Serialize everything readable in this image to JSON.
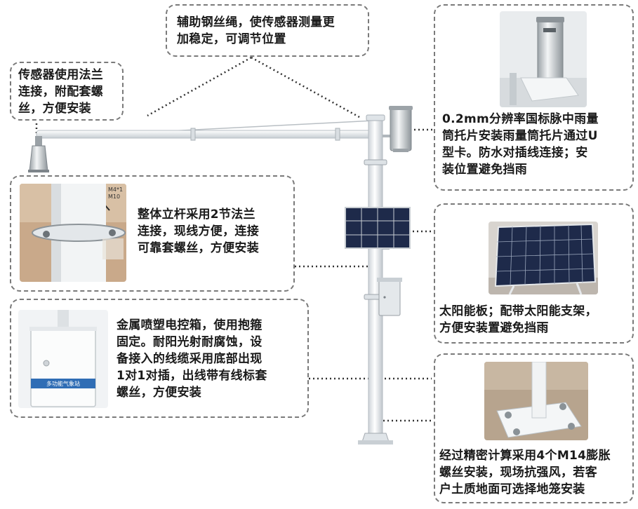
{
  "callouts": {
    "wire_rope": {
      "text": "辅助钢丝绳，使传感器测量更\n加稳定，可调节位置"
    },
    "flange_sensor": {
      "text": "传感器使用法兰\n连接，附配套螺\n丝，方便安装"
    },
    "rain_gauge": {
      "text": "0.2mm分辨率国标脉中雨量\n筒托片安装雨量筒托片通过U\n型卡。防水对插线连接；安\n装位置避免挡雨"
    },
    "pole_flange": {
      "text": "整体立杆采用2节法兰\n连接，现线方便，连接\n可靠套螺丝，方便安装"
    },
    "solar_panel": {
      "text": "太阳能板；配带太阳能支架，\n方便安装置避免挡雨"
    },
    "control_box": {
      "text": "金属喷塑电控箱，使用抱箍\n固定。耐阳光射耐腐蚀，设\n备接入的线缆采用底部出现\n1对1对插，出线带有线标套\n螺丝，方便安装"
    },
    "base_bolts": {
      "text": "经过精密计算采用4个M14膨胀\n螺丝安装，现场抗强风，若客\n户土质地面可选择地笼安装"
    }
  },
  "photo_labels": {
    "box_label": "多功能气象站",
    "pole_label": "M4*1\nM10"
  },
  "colors": {
    "border": "#7a7a7a",
    "pole": "#ecf0f3",
    "solar": "#1e2a4a",
    "label_blue": "#2f6db5"
  }
}
